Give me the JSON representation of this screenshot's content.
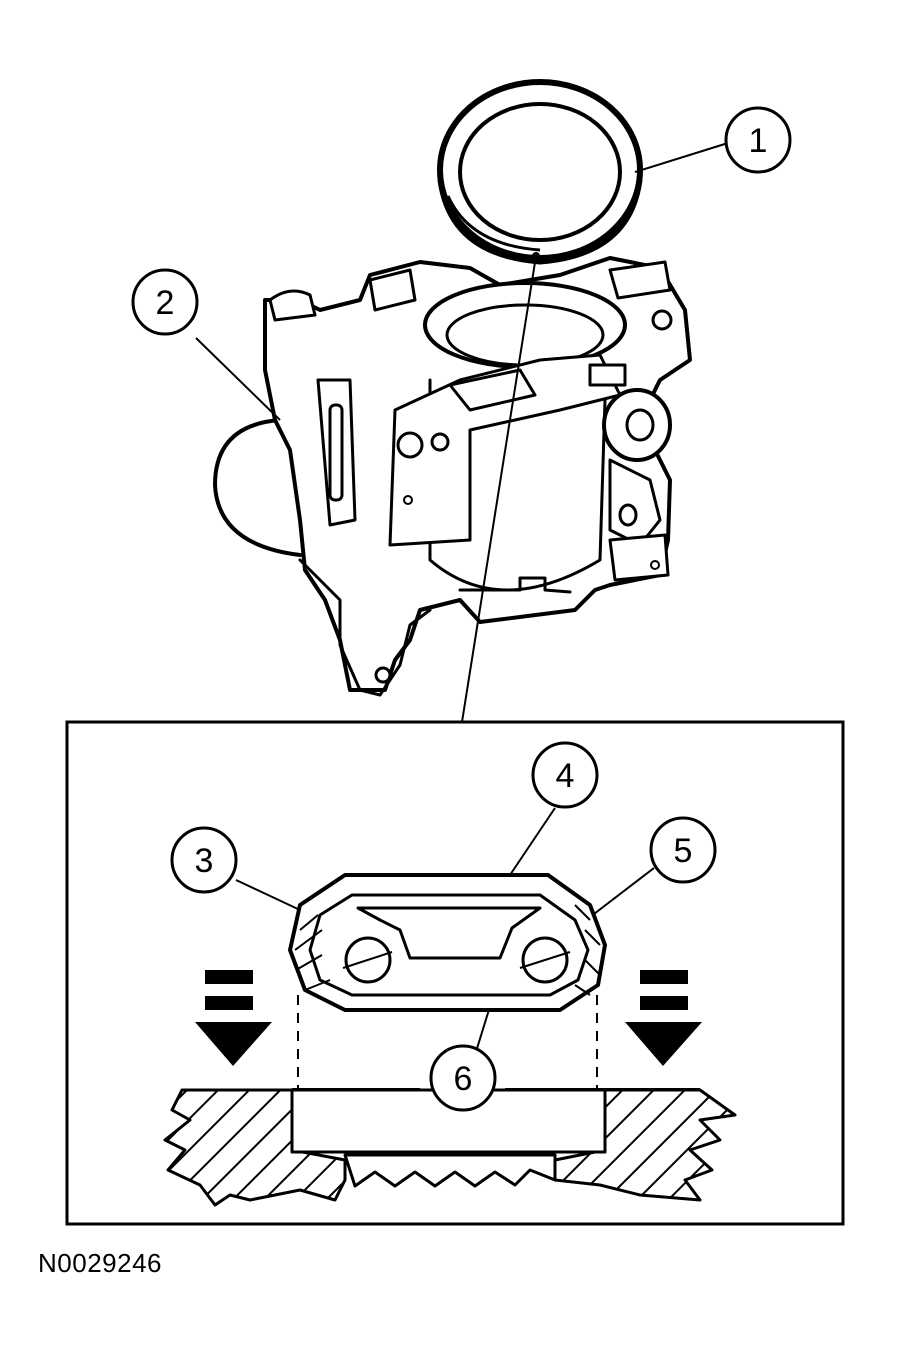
{
  "callouts": {
    "c1": "1",
    "c2": "2",
    "c3": "3",
    "c4": "4",
    "c5": "5",
    "c6": "6"
  },
  "figure_id": "N0029246"
}
